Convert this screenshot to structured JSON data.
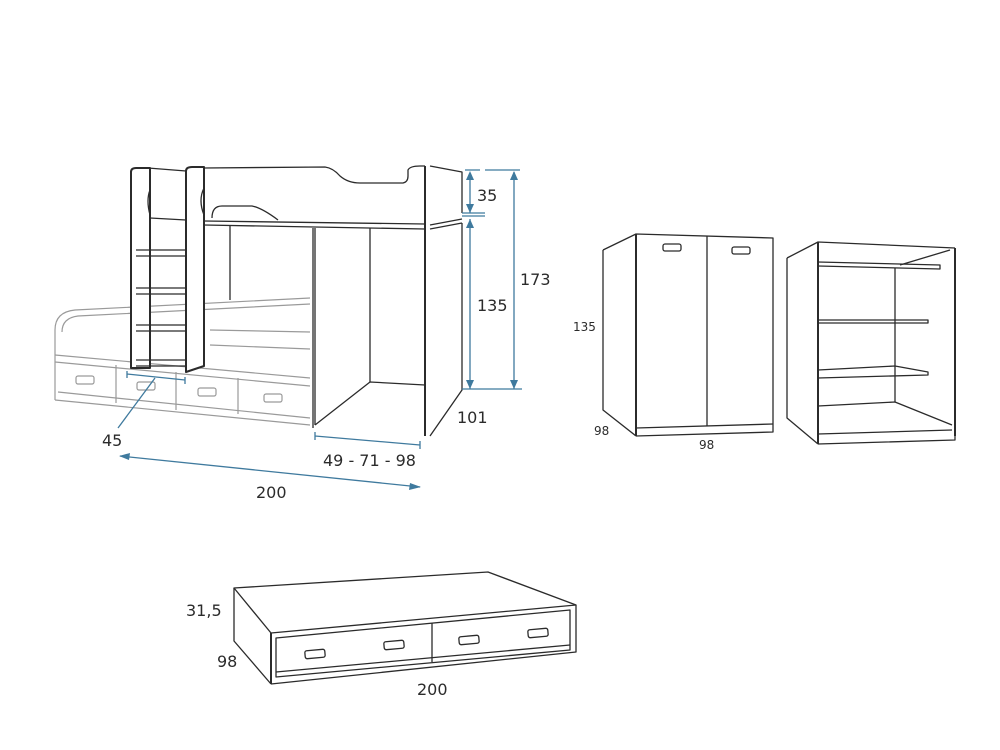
{
  "colors": {
    "line": "#2b2b2b",
    "light_line": "#9a9a9a",
    "dimension": "#3f7a9e",
    "background": "#ffffff"
  },
  "loft_bed": {
    "height_rail": "35",
    "height_under": "135",
    "height_total": "173",
    "depth": "101",
    "desk_width_options": "49 - 71 - 98",
    "ladder_width": "45",
    "length": "200"
  },
  "wardrobe": {
    "height": "135",
    "depth": "98",
    "width": "98"
  },
  "trundle": {
    "height": "31,5",
    "depth": "98",
    "length": "200"
  }
}
